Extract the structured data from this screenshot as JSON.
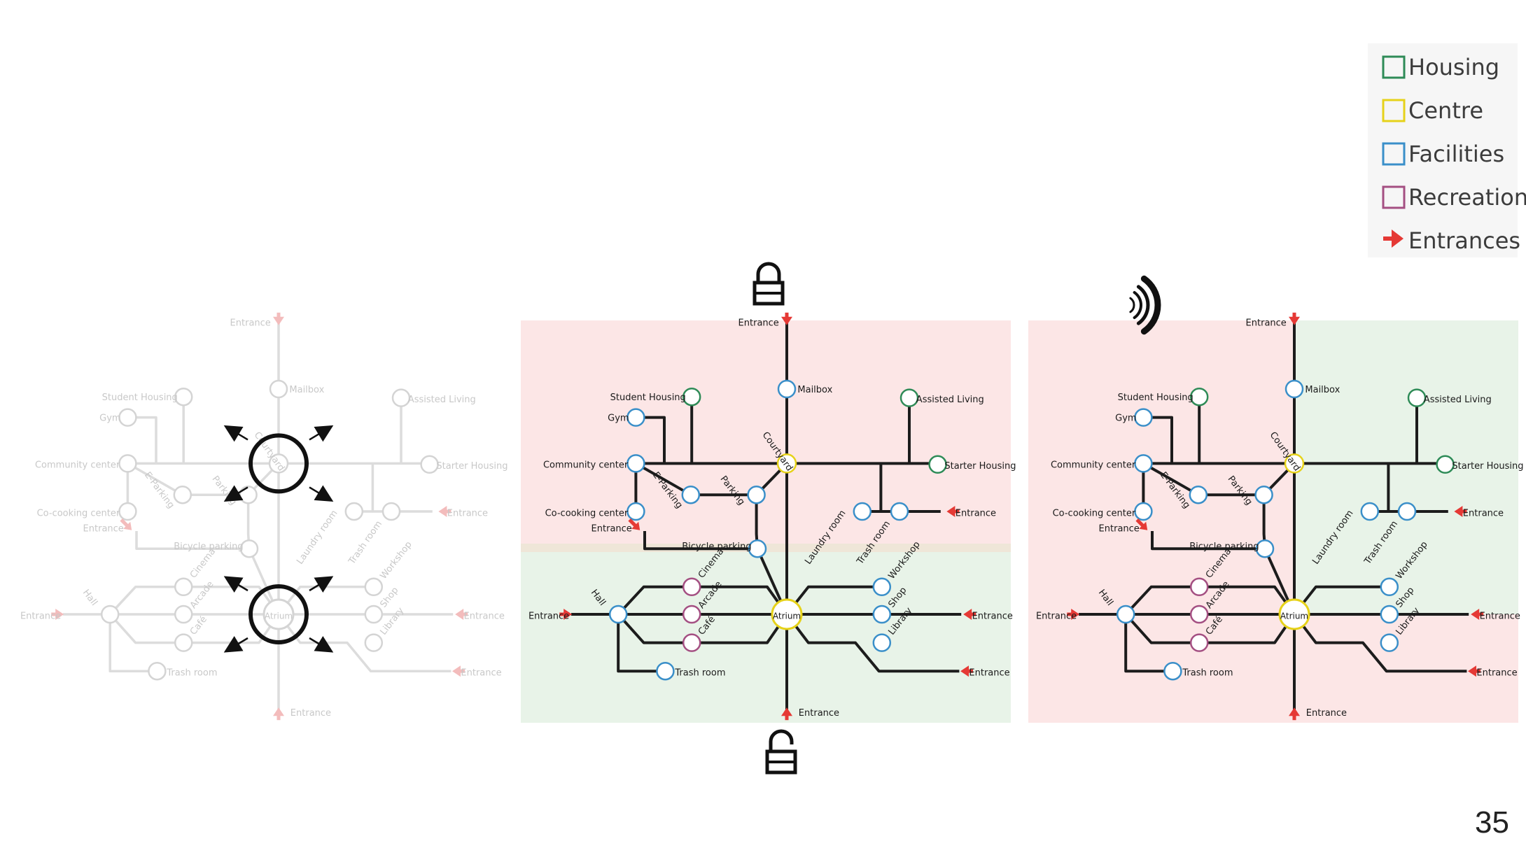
{
  "page_number": "35",
  "legend": [
    {
      "id": "housing",
      "label": "Housing",
      "color": "#2e8b57",
      "marker": "square"
    },
    {
      "id": "centre",
      "label": "Centre",
      "color": "#e6d21a",
      "marker": "square"
    },
    {
      "id": "facilities",
      "label": "Facilities",
      "color": "#3a8fc9",
      "marker": "square"
    },
    {
      "id": "recreation",
      "label": "Recreation",
      "color": "#a44f82",
      "marker": "square"
    },
    {
      "id": "entrances",
      "label": "Entrances",
      "color": "#e53935",
      "marker": "arrow"
    }
  ],
  "colors": {
    "line": "#1c1c1c",
    "faded": "#dcdcdc",
    "faded_text": "#c8c8c8",
    "zone_private": "#fce6e6",
    "zone_public": "#e8f3e8",
    "entrance": "#e53935"
  },
  "icons": {
    "locked": "lock-closed-icon",
    "unlocked": "lock-open-icon",
    "signal": "signal-waves-icon",
    "expand": "expand-arrows-icon"
  },
  "labels": {
    "student_housing": "Student Housing",
    "gym": "Gym",
    "community_center": "Community center",
    "co_cooking_center": "Co-cooking center",
    "entrance": "Entrance",
    "mailbox": "Mailbox",
    "assisted_living": "Assisted Living",
    "starter_housing": "Starter Housing",
    "courtyard": "Courtyard",
    "e_parking": "E-Parking",
    "parking": "Parking",
    "laundry_room": "Laundry room",
    "trash_room": "Trash room",
    "bicycle_parking": "Bicycle parking",
    "hall": "Hall",
    "cinema": "Cinema",
    "arcade": "Arcade",
    "cafe": "Café",
    "atrium": "Atrium",
    "workshop": "Workshop",
    "shop": "Shop",
    "library": "Library"
  },
  "diagrams": [
    {
      "id": "faded",
      "variant": "faded"
    },
    {
      "id": "locked-split",
      "variant": "split"
    },
    {
      "id": "signal-open",
      "variant": "open"
    }
  ]
}
